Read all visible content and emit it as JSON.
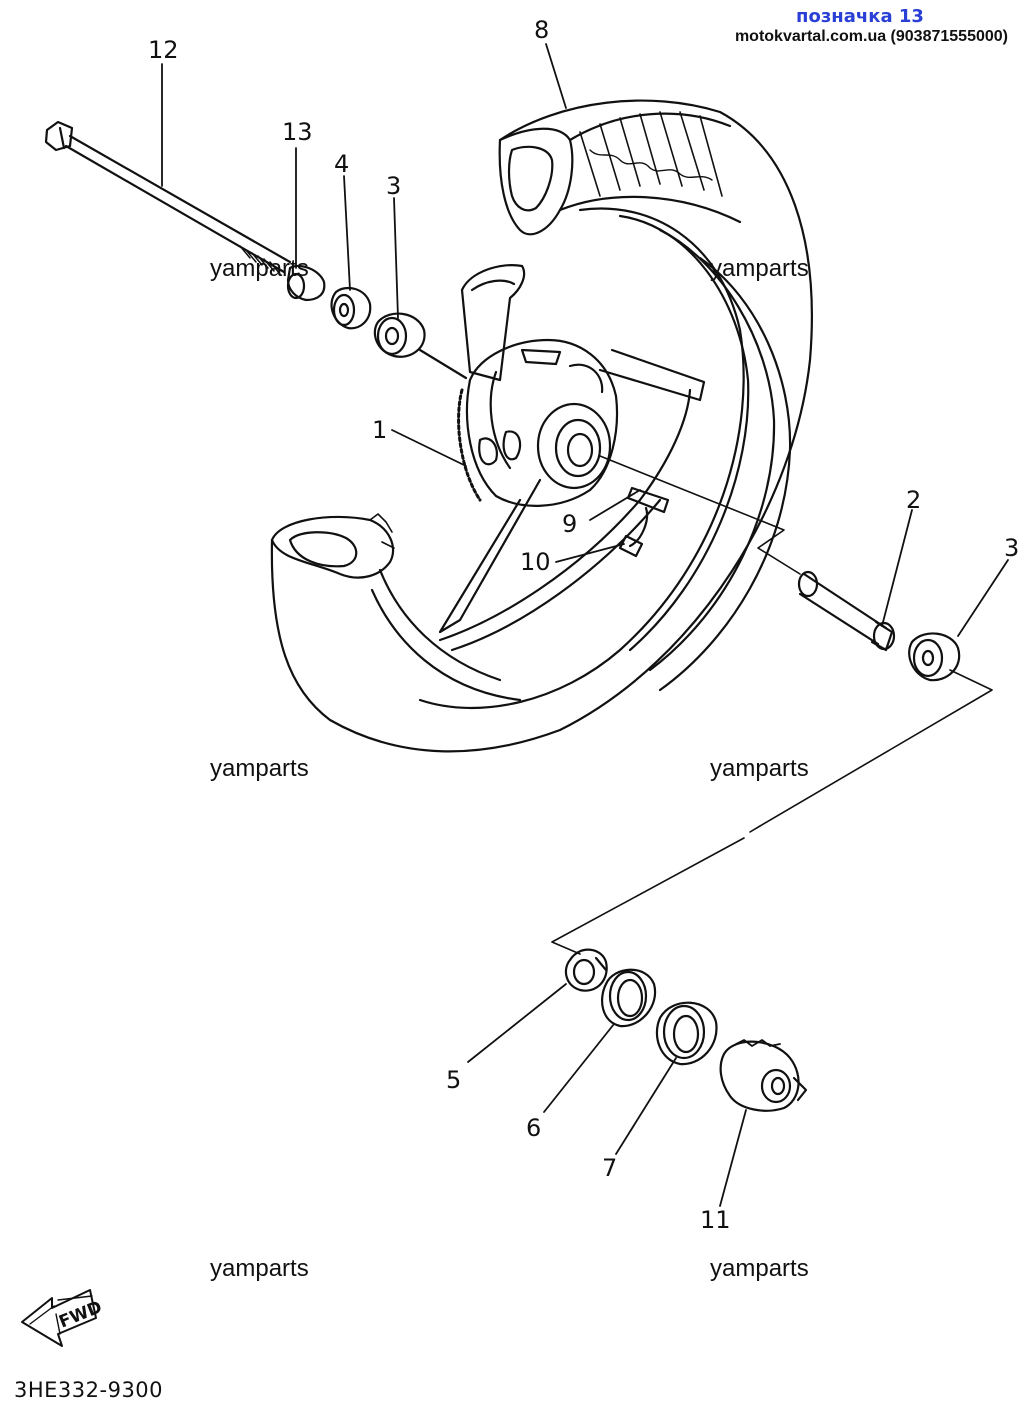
{
  "header": {
    "title": "позначка 13",
    "site": "motokvartal.com.ua (903871555000)"
  },
  "watermarks": [
    "yamparts",
    "yamparts",
    "yamparts",
    "yamparts",
    "yamparts",
    "yamparts"
  ],
  "callouts": [
    "12",
    "13",
    "4",
    "3",
    "8",
    "1",
    "9",
    "10",
    "2",
    "3",
    "5",
    "6",
    "7",
    "11"
  ],
  "fwd_label": "FWD",
  "diagram_code": "3HE332-9300"
}
